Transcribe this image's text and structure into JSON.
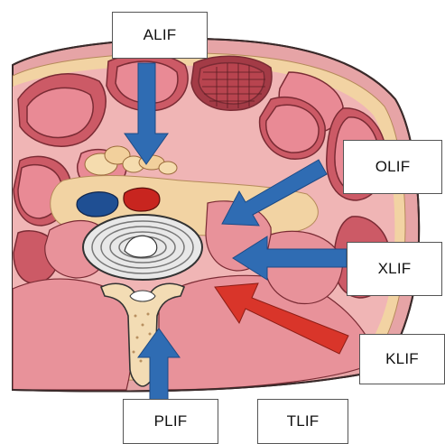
{
  "approaches": {
    "alif": "ALIF",
    "olif": "OLIF",
    "xlif": "XLIF",
    "klif": "KLIF",
    "plif": "PLIF",
    "tlif": "TLIF"
  },
  "colors": {
    "blue_arrow": "#2f6cb3",
    "red_arrow": "#d9352a",
    "skin": "#e6a4a6",
    "fat": "#f2d3a3",
    "muscle": "#e8929a",
    "muscle_dark": "#b9474f",
    "artery": "#c8251f",
    "vein": "#1f4f93",
    "disc": "#e8e8e8",
    "bone": "#f3dcb4",
    "outline": "#3a2a2a"
  },
  "icons": [
    "arrow-down-icon",
    "arrow-diagonal-icon",
    "arrow-left-icon",
    "arrow-up-icon"
  ]
}
